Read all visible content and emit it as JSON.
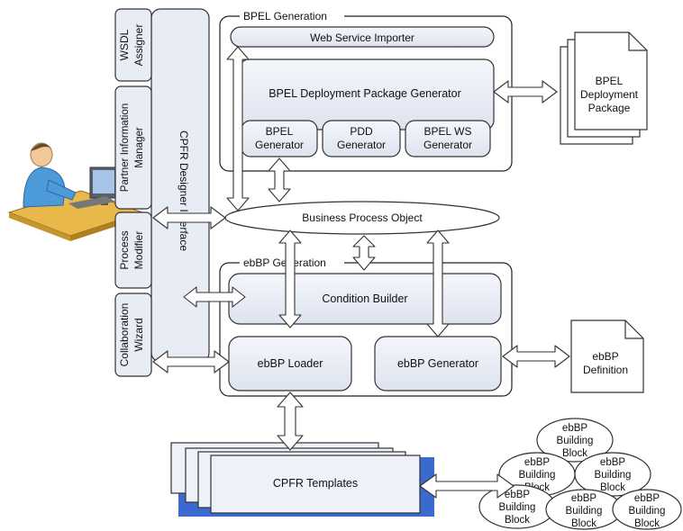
{
  "groups": {
    "bpel_generation": "BPEL Generation",
    "ebbp_generation": "ebBP Generation"
  },
  "side_panel": {
    "interface_label": "CPFR Designer Interface",
    "tabs": {
      "wsdl": [
        "WSDL",
        "Assigner"
      ],
      "partner": [
        "Partner Information",
        "Manager"
      ],
      "process": [
        "Process",
        "Modifier"
      ],
      "collab": [
        "Collaboration",
        "Wizard"
      ]
    }
  },
  "bpel": {
    "web_service_importer": "Web Service Importer",
    "deployment_package_generator": "BPEL Deployment Package Generator",
    "bpel_generator": [
      "BPEL",
      "Generator"
    ],
    "pdd_generator": [
      "PDD",
      "Generator"
    ],
    "bpel_ws_generator": [
      "BPEL WS",
      "Generator"
    ],
    "deployment_package_doc": [
      "BPEL",
      "Deployment",
      "Package"
    ]
  },
  "business_process_object": "Business Process Object",
  "ebbp": {
    "condition_builder": "Condition Builder",
    "loader": "ebBP Loader",
    "generator": "ebBP Generator",
    "definition_doc": [
      "ebBP",
      "Definition"
    ]
  },
  "templates": "CPFR Templates",
  "building_block": [
    "ebBP",
    "Building",
    "Block"
  ],
  "colors": {
    "box_fill": "#e8ecf5",
    "box_stroke": "#333333",
    "accent_blue": "#3a6ad0"
  }
}
